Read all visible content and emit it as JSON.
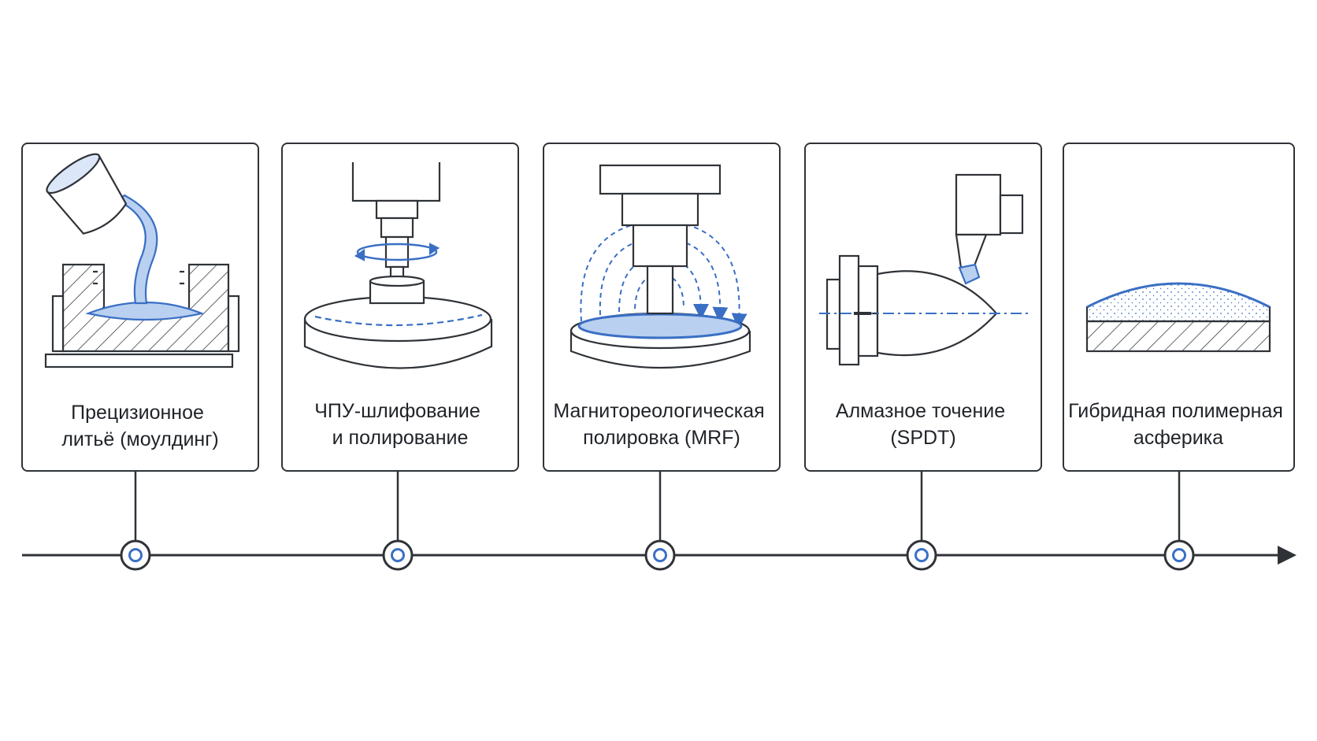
{
  "colors": {
    "ink": "#2f3338",
    "accent": "#3a6fc4",
    "accent_fill": "#b9d0f0",
    "accent_light": "#dbe7f8",
    "background": "#ffffff"
  },
  "timeline": {
    "direction": "left-to-right",
    "arrow": "right-arrow-icon"
  },
  "stages": [
    {
      "id": "molding",
      "icon": "molding-pour-icon",
      "label_lines": [
        "Прецизионное",
        "литьё (моулдинг)"
      ]
    },
    {
      "id": "cnc",
      "icon": "cnc-grinding-icon",
      "label_lines": [
        "ЧПУ-шлифование",
        "и полирование"
      ]
    },
    {
      "id": "mrf",
      "icon": "mrf-polishing-icon",
      "label_lines": [
        "Магнитореологическая",
        "полировка (MRF)"
      ]
    },
    {
      "id": "spdt",
      "icon": "diamond-turning-icon",
      "label_lines": [
        "Алмазное точение",
        "(SPDT)"
      ]
    },
    {
      "id": "hybrid",
      "icon": "hybrid-asphere-icon",
      "label_lines": [
        "Гибридная полимерная",
        "асферика"
      ]
    }
  ]
}
